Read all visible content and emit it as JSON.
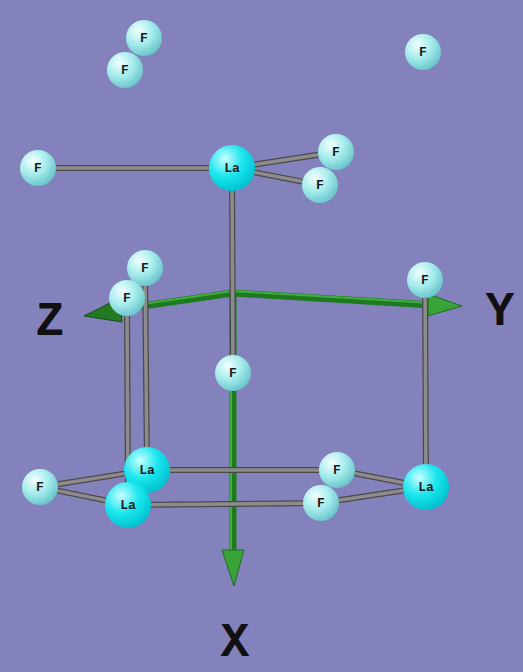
{
  "diagram": {
    "nodes": [
      {
        "text": [
          "F"
        ]
      },
      {
        "text": [
          "F"
        ]
      },
      {
        "text": [
          "F"
        ]
      },
      {
        "text": [
          "F"
        ]
      },
      {
        "text": [
          "F"
        ]
      },
      {
        "text": [
          "La"
        ]
      },
      {
        "text": [
          "F"
        ]
      },
      {
        "text": [
          "F"
        ]
      },
      {
        "text": [
          "F"
        ]
      },
      {
        "text": [
          "F"
        ]
      },
      {
        "text": [
          "F"
        ]
      },
      {
        "text": [
          "La"
        ]
      },
      {
        "text": [
          "F"
        ]
      },
      {
        "text": [
          "F"
        ]
      },
      {
        "text": [
          "La"
        ]
      },
      {
        "text": [
          "F"
        ]
      },
      {
        "text": [
          "La"
        ]
      }
    ],
    "edges": [
      {
        "from": 4,
        "to": 5,
        "arrow": "none"
      },
      {
        "from": 5,
        "to": 3,
        "arrow": "none"
      },
      {
        "from": 5,
        "to": 6,
        "arrow": "none"
      },
      {
        "from": 5,
        "to": 10,
        "arrow": "none"
      },
      {
        "from": 7,
        "to": 11,
        "arrow": "none"
      },
      {
        "from": 9,
        "to": 16,
        "arrow": "none"
      },
      {
        "from": 8,
        "to": 14,
        "arrow": "none"
      },
      {
        "from": 11,
        "to": 12,
        "arrow": "none"
      },
      {
        "from": 16,
        "to": 15,
        "arrow": "none"
      },
      {
        "from": 13,
        "to": 11,
        "arrow": "none"
      },
      {
        "from": 13,
        "to": 16,
        "arrow": "none"
      },
      {
        "from": 12,
        "to": 14,
        "arrow": "none"
      },
      {
        "from": 15,
        "to": 14,
        "arrow": "none"
      }
    ],
    "labels": [
      "Z",
      "Y",
      "X"
    ]
  }
}
